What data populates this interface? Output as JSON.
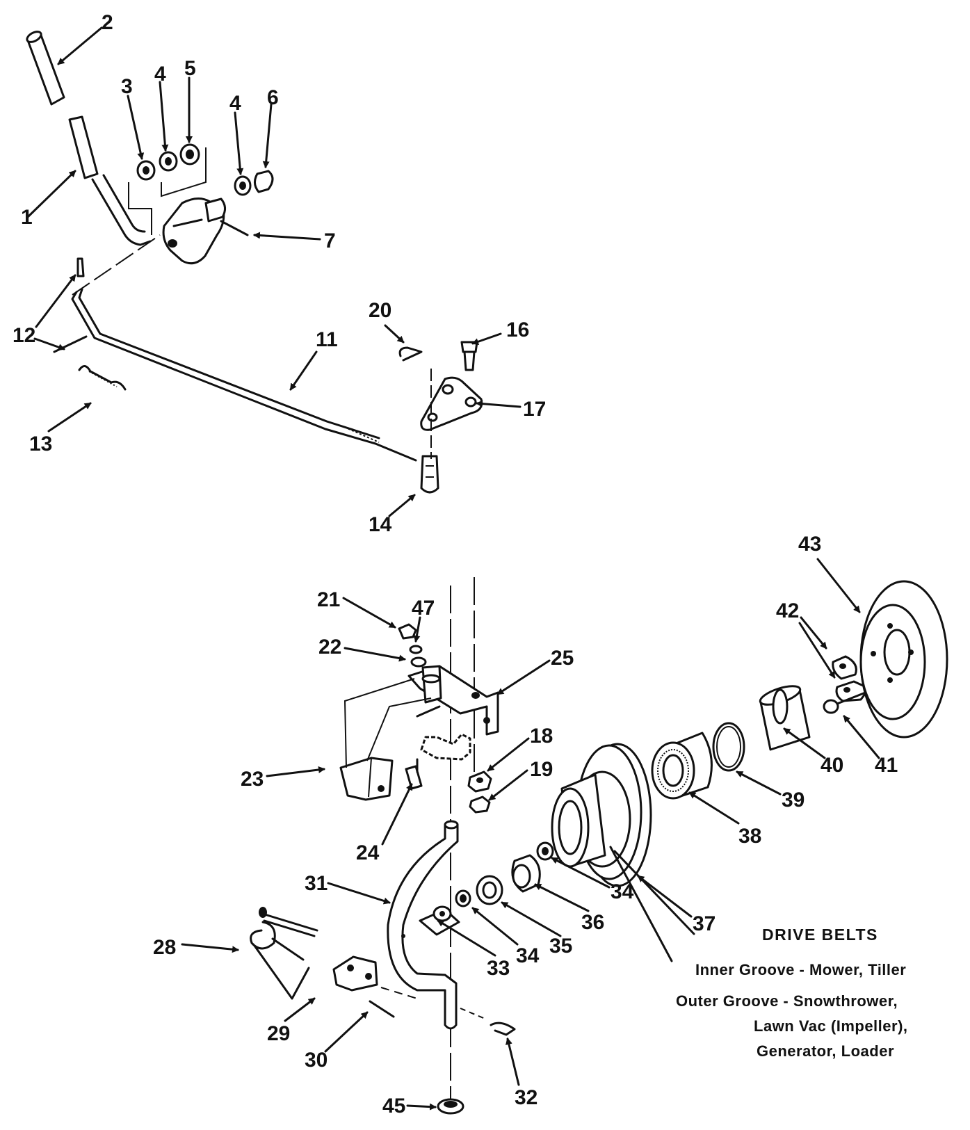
{
  "callouts": [
    {
      "id": "c1",
      "label": "1"
    },
    {
      "id": "c2",
      "label": "2"
    },
    {
      "id": "c3",
      "label": "3"
    },
    {
      "id": "c4a",
      "label": "4"
    },
    {
      "id": "c5",
      "label": "5"
    },
    {
      "id": "c4b",
      "label": "4"
    },
    {
      "id": "c6",
      "label": "6"
    },
    {
      "id": "c7",
      "label": "7"
    },
    {
      "id": "c12a",
      "label": "12"
    },
    {
      "id": "c11",
      "label": "11"
    },
    {
      "id": "c13",
      "label": "13"
    },
    {
      "id": "c20",
      "label": "20"
    },
    {
      "id": "c16",
      "label": "16"
    },
    {
      "id": "c17",
      "label": "17"
    },
    {
      "id": "c14",
      "label": "14"
    },
    {
      "id": "c43",
      "label": "43"
    },
    {
      "id": "c21",
      "label": "21"
    },
    {
      "id": "c47",
      "label": "47"
    },
    {
      "id": "c22",
      "label": "22"
    },
    {
      "id": "c25",
      "label": "25"
    },
    {
      "id": "c42",
      "label": "42"
    },
    {
      "id": "c18",
      "label": "18"
    },
    {
      "id": "c23",
      "label": "23"
    },
    {
      "id": "c19",
      "label": "19"
    },
    {
      "id": "c41",
      "label": "41"
    },
    {
      "id": "c40",
      "label": "40"
    },
    {
      "id": "c39",
      "label": "39"
    },
    {
      "id": "c24",
      "label": "24"
    },
    {
      "id": "c38",
      "label": "38"
    },
    {
      "id": "c31",
      "label": "31"
    },
    {
      "id": "c34a",
      "label": "34"
    },
    {
      "id": "c37",
      "label": "37"
    },
    {
      "id": "c36",
      "label": "36"
    },
    {
      "id": "c28",
      "label": "28"
    },
    {
      "id": "c35",
      "label": "35"
    },
    {
      "id": "c34b",
      "label": "34"
    },
    {
      "id": "c33",
      "label": "33"
    },
    {
      "id": "c29",
      "label": "29"
    },
    {
      "id": "c30",
      "label": "30"
    },
    {
      "id": "c32",
      "label": "32"
    },
    {
      "id": "c45",
      "label": "45"
    }
  ],
  "notes": {
    "title": "DRIVE BELTS",
    "inner_groove": "Inner Groove - Mower, Tiller",
    "outer_groove_1": "Outer Groove - Snowthrower,",
    "outer_groove_2": "Lawn Vac (Impeller),",
    "outer_groove_3": "Generator, Loader"
  }
}
